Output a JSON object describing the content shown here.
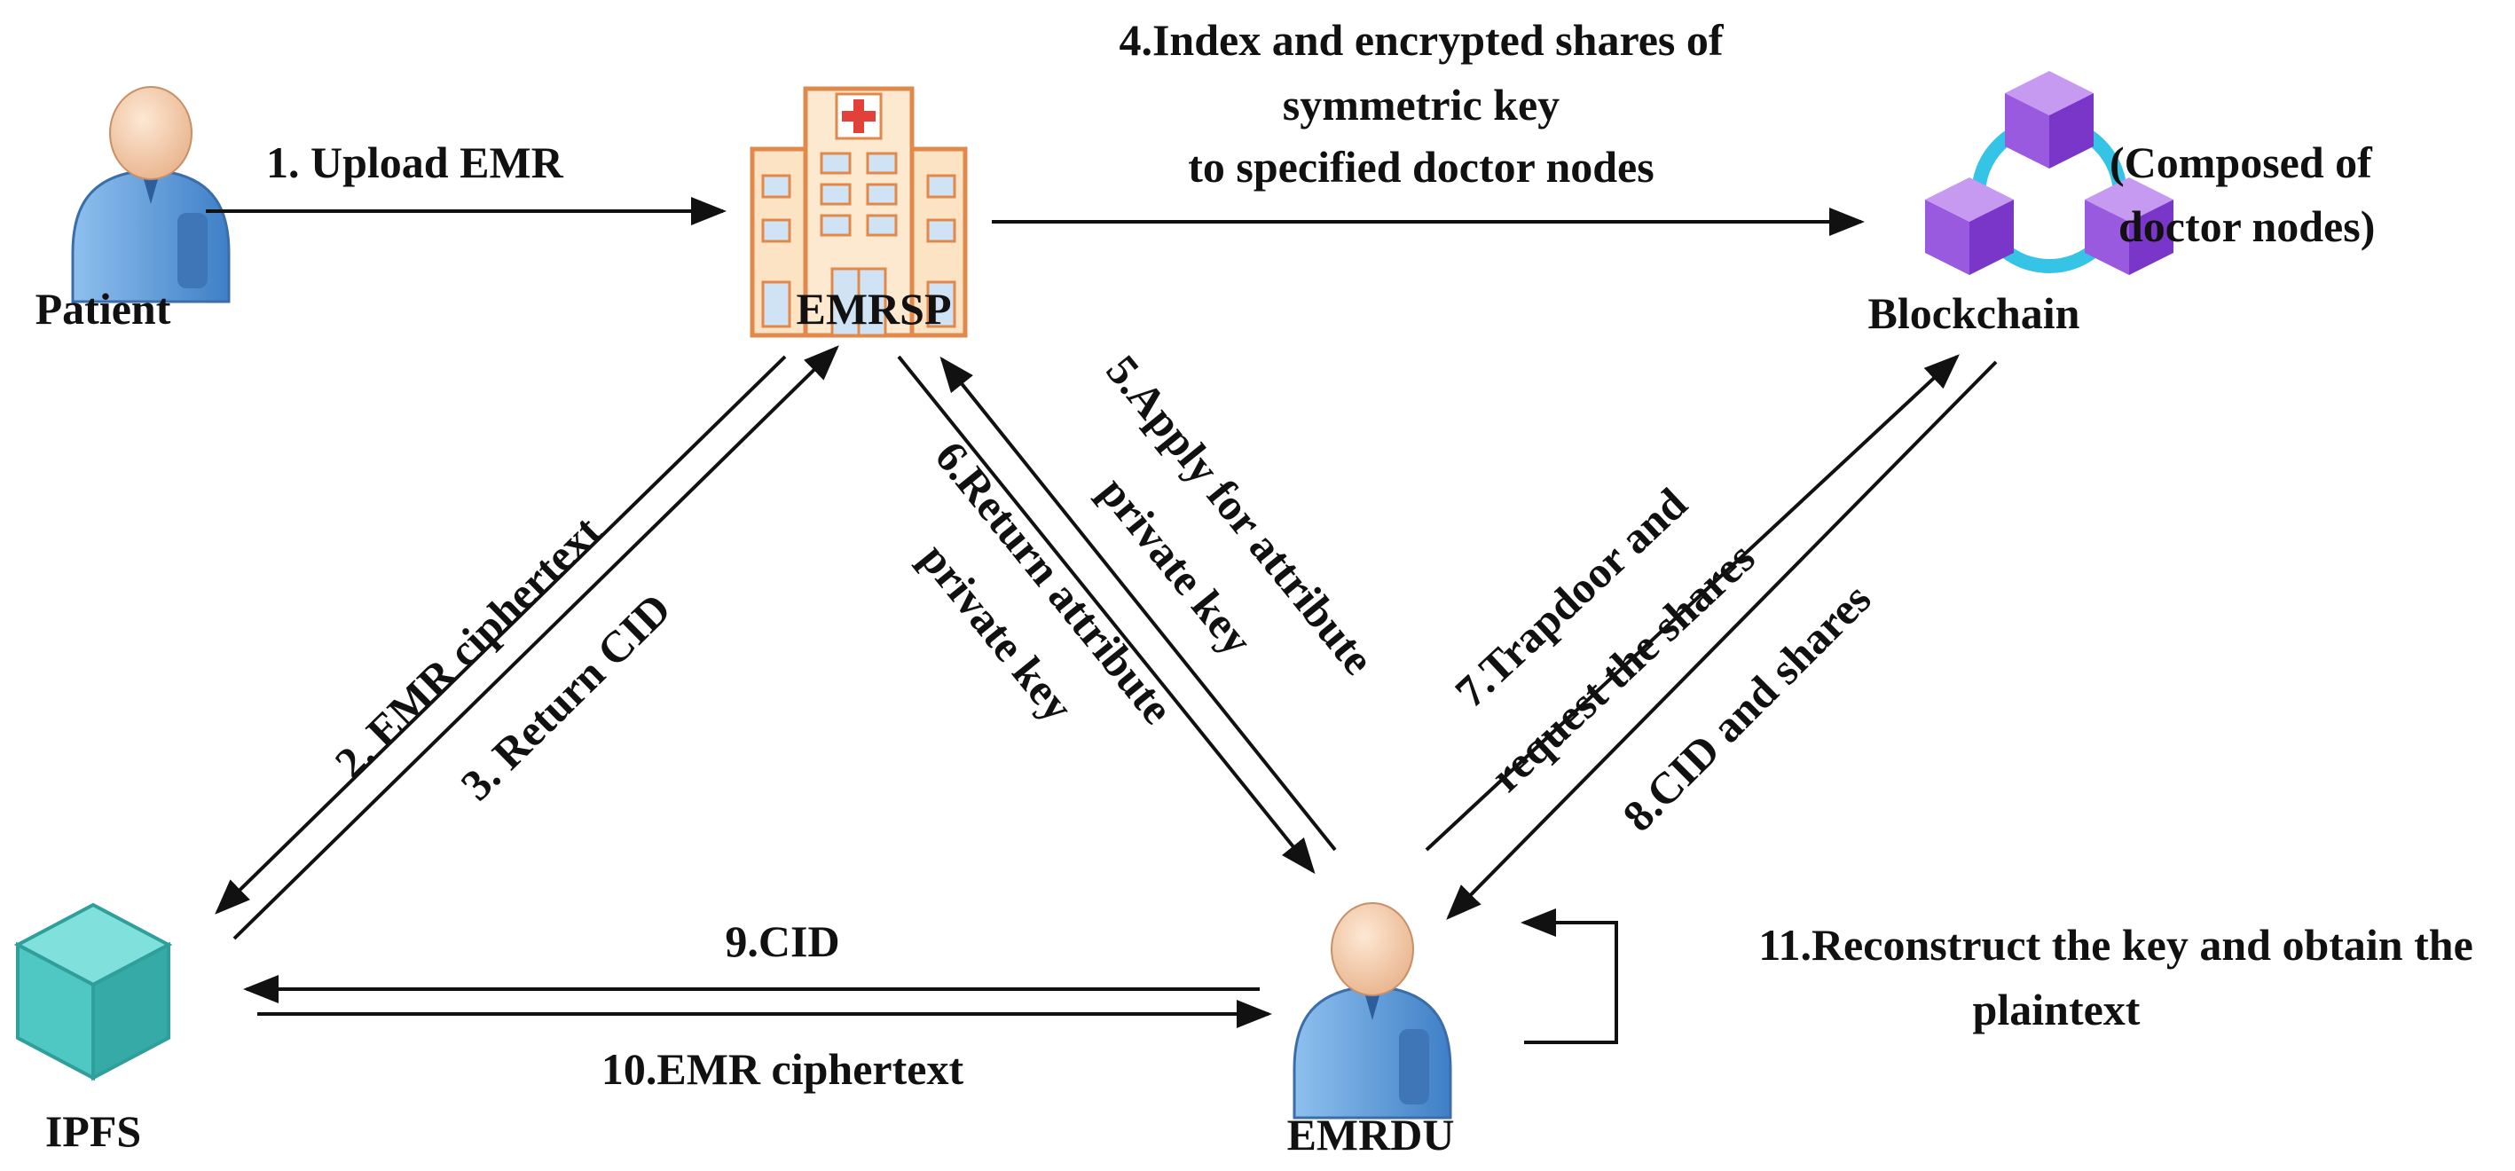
{
  "nodes": {
    "patient": {
      "label": "Patient"
    },
    "emrsp": {
      "label": "EMRSP"
    },
    "blockchain": {
      "label": "Blockchain",
      "note_line1": "(Composed of",
      "note_line2": "doctor nodes)"
    },
    "ipfs": {
      "label": "IPFS"
    },
    "emrdu": {
      "label": "EMRDU"
    }
  },
  "steps": {
    "s1": "1. Upload EMR",
    "s2": "2. EMR ciphertext",
    "s3": "3. Return CID",
    "s4_line1": "4.Index and encrypted shares of",
    "s4_line2": "symmetric key",
    "s4_line3": "to specified doctor nodes",
    "s5_line1": "5.Apply for attribute",
    "s5_line2": "private key",
    "s6_line1": "6.Return attribute",
    "s6_line2": "private key",
    "s7_line1": "7.Trapdoor and",
    "s7_line2": "request  the shares",
    "s8": "8.CID and shares",
    "s9": "9.CID",
    "s10": "10.EMR ciphertext",
    "s11_line1": "11.Reconstruct the key and obtain the",
    "s11_line2": "plaintext"
  },
  "colors": {
    "arrow": "#111111",
    "hospital_wall": "#fbe3c4",
    "hospital_outline": "#e0894a",
    "hospital_window": "#cfe3f5",
    "hospital_cross": "#e2413a",
    "person_shirt": "#5f9bd8",
    "person_skin": "#f6d3b3",
    "ipfs_cube": "#4fc7c3",
    "blockchain_cube": "#8a45d6",
    "blockchain_ring": "#35c3e6"
  }
}
